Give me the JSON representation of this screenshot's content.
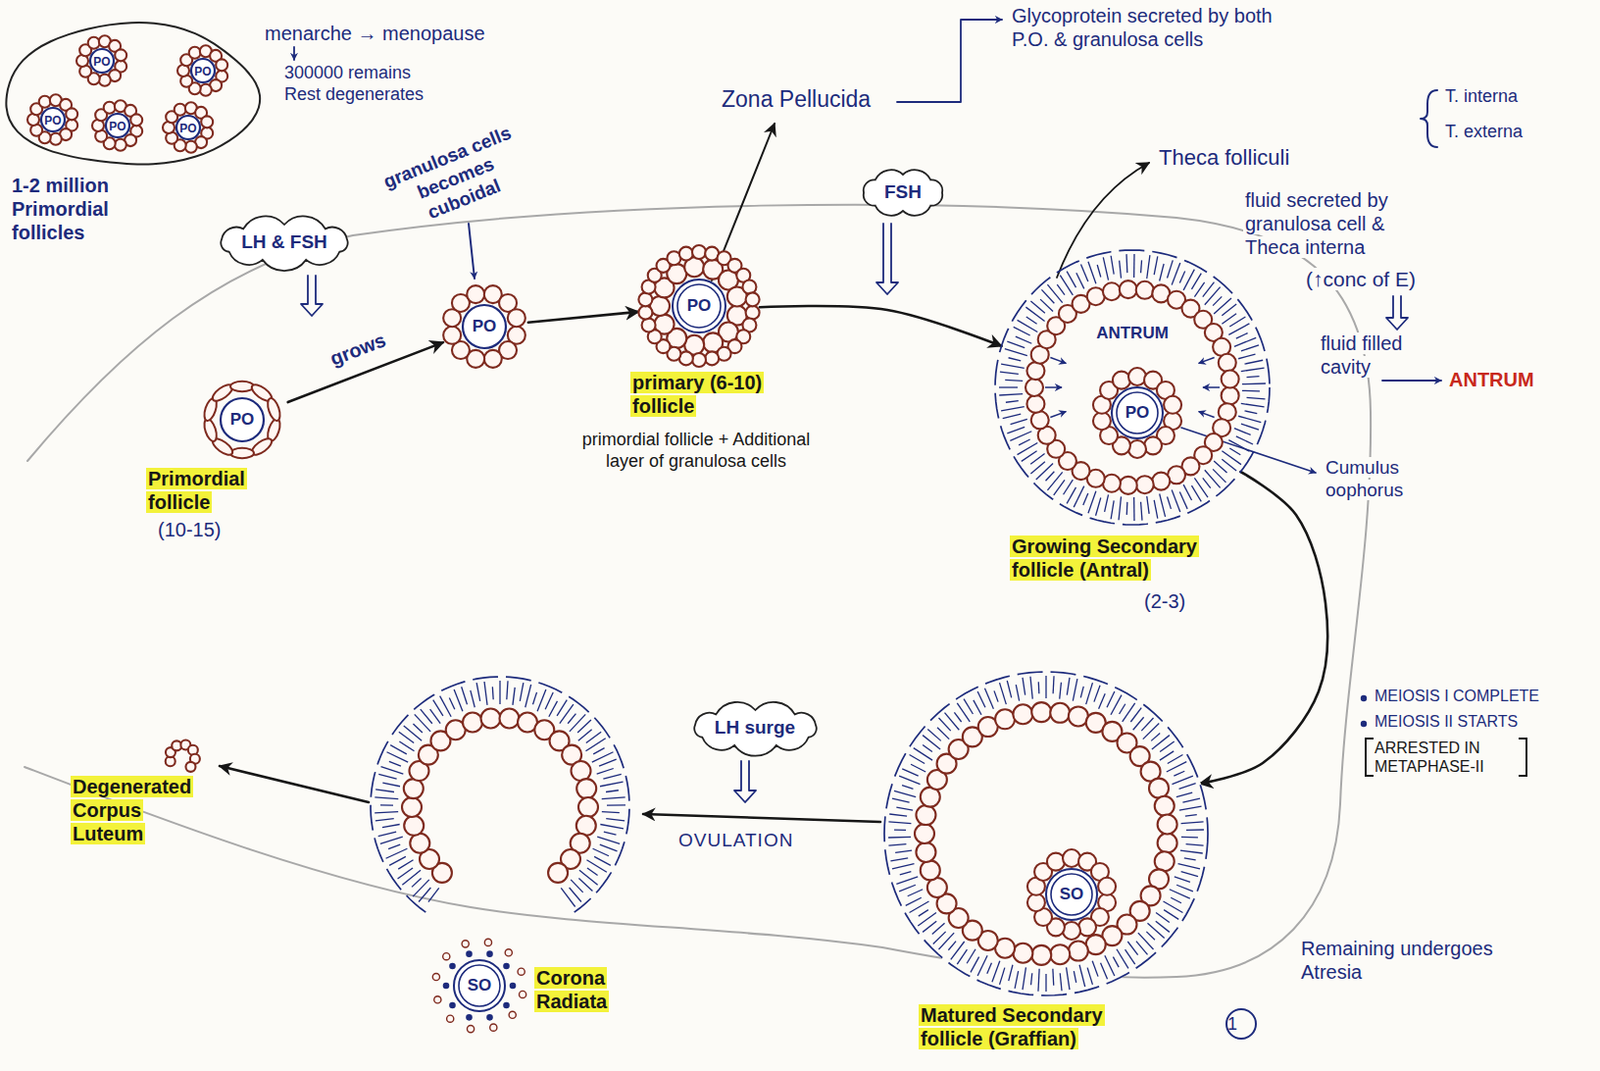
{
  "diagram": {
    "nodes": [
      {
        "text": [
          "1-2 million Primordial follicles"
        ]
      },
      {
        "text": [
          "PO"
        ],
        "in": 0
      },
      {
        "text": [
          "PO"
        ],
        "in": 0
      },
      {
        "text": [
          "PO"
        ],
        "in": 0
      },
      {
        "text": [
          "PO"
        ],
        "in": 0
      },
      {
        "text": [
          "PO"
        ],
        "in": 0
      },
      {
        "text": [
          "LH & FSH"
        ]
      },
      {
        "text": [
          "PO",
          "Primordial follicle",
          "(10-15)"
        ]
      },
      {
        "text": [
          "PO"
        ]
      },
      {
        "text": [
          "PO",
          "primary (6-10) follicle"
        ]
      },
      {
        "text": [
          "FSH"
        ]
      },
      {
        "text": [
          "ANTRUM",
          "PO",
          "Growing Secondary follicle (Antral)",
          "(2-3)"
        ]
      },
      {
        "text": [
          "LH surge"
        ]
      },
      {
        "text": [
          "SO",
          "Matured Secondary follicle (Graffian)"
        ]
      },
      {
        "text": [
          "SO",
          "Corona Radiata"
        ]
      },
      {
        "text": [
          "Degenerated Corpus Luteum"
        ]
      }
    ],
    "edges": [
      {
        "from": 7,
        "to": 8,
        "label": "grows",
        "arrow": "to"
      },
      {
        "from": 8,
        "to": 9,
        "arrow": "to"
      },
      {
        "from": 9,
        "to": 11,
        "arrow": "to"
      },
      {
        "from": 11,
        "to": 13,
        "arrow": "to"
      }
    ],
    "labels": [
      "menarche → menopause",
      "300000 remains",
      "Rest degenerates",
      "granulosa cells becomes cuboidal",
      "Zona Pellucida",
      "Glycoprotein secreted by both P.O. & granulosa cells",
      "Theca folliculi",
      "T. interna",
      "T. externa",
      "fluid secreted by granulosa cell & Theca interna",
      "(↑conc of E)",
      "fluid filled cavity",
      "ANTRUM",
      "Cumulus oophorus",
      "primordial follicle + Additional layer of granulosa cells",
      "MEIOSIS I COMPLETE",
      "MEIOSIS II STARTS",
      "ARRESTED IN METAPHASE-II",
      "OVULATION",
      "1",
      "Remaining undergoes Atresia"
    ]
  }
}
